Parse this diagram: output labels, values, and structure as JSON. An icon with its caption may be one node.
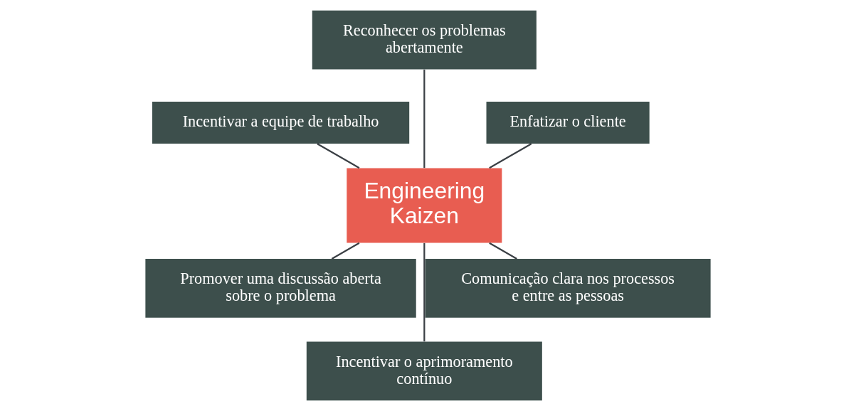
{
  "diagram": {
    "nodes": [
      {
        "text": [
          "Enfatizar o cliente"
        ]
      },
      {
        "text": [
          "Reconhecer os problemas abertamente"
        ]
      },
      {
        "text": [
          "Engineering Kaizen"
        ]
      },
      {
        "text": [
          "Incentivar a equipe de trabalho"
        ]
      },
      {
        "text": [
          "Promover uma discussão aberta sobre o problema"
        ]
      },
      {
        "text": [
          "Incentivar o aprimoramento contínuo"
        ]
      },
      {
        "text": [
          "Comunicação clara nos processos e entre as pessoas"
        ]
      }
    ],
    "edges": [
      {
        "from": 2,
        "to": 0,
        "arrow": "none"
      },
      {
        "from": 2,
        "to": 1,
        "arrow": "none"
      },
      {
        "from": 2,
        "to": 3,
        "arrow": "none"
      },
      {
        "from": 2,
        "to": 4,
        "arrow": "none"
      },
      {
        "from": 2,
        "to": 5,
        "arrow": "none"
      },
      {
        "from": 2,
        "to": 6,
        "arrow": "none"
      }
    ]
  }
}
